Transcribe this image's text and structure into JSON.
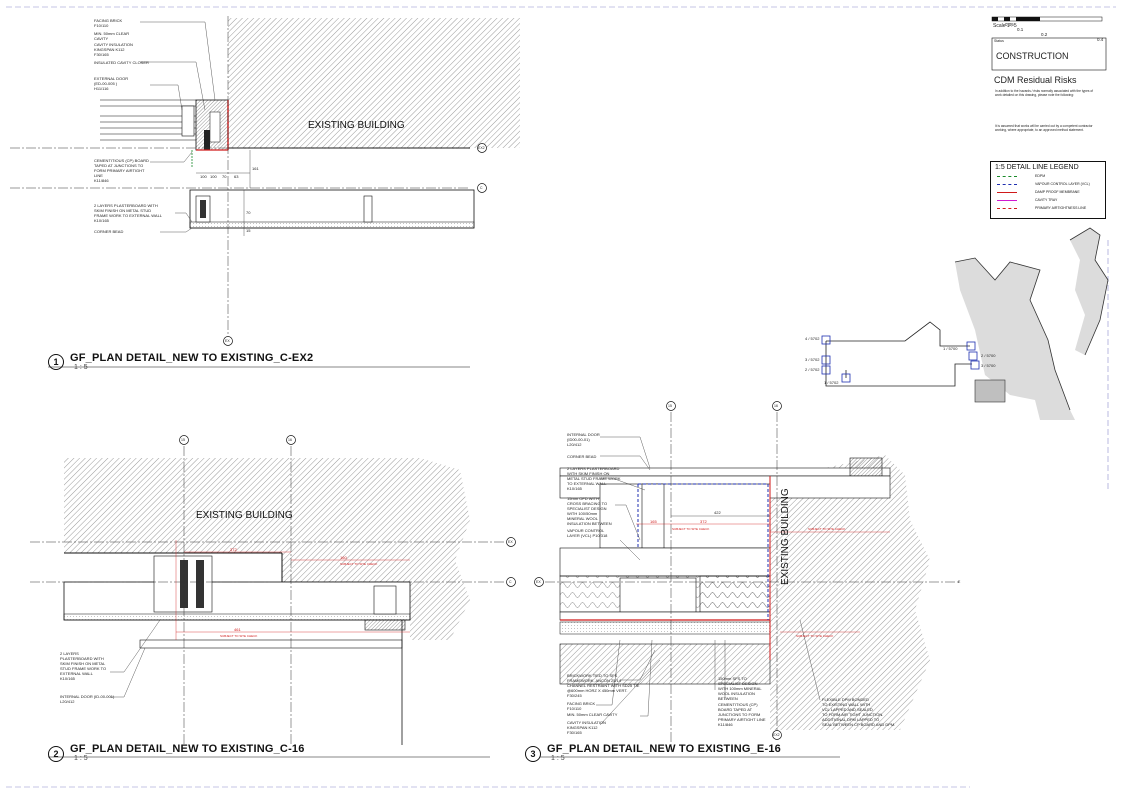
{
  "sheet": {
    "scale_bar": {
      "ticks": [
        "0",
        "0.05",
        "0.1",
        "0.2",
        "0.4"
      ],
      "scale_text": "Scale 1 : 5"
    },
    "status_label": "Status",
    "status": "CONSTRUCTION",
    "cdm_title": "CDM Residual Risks",
    "cdm_text_1": "In addition to the hazards / risks normally associated with the types of work detailed on this drawing, please note the following:",
    "cdm_text_2": "It is assumed that works will be carried out by a competent contractor working, where appropriate, to an approved method statement.",
    "legend": {
      "title": "1:5 DETAIL LINE LEGEND",
      "items": [
        {
          "label": "EDPM",
          "color": "#1a8a2a",
          "style": "dashed"
        },
        {
          "label": "VAPOUR CONTROL LAYER (VCL)",
          "color": "#1f2fb0",
          "style": "dashed"
        },
        {
          "label": "DAMP PROOF MEMBRANE",
          "color": "#d01a1a",
          "style": "solid"
        },
        {
          "label": "CAVITY TRAY",
          "color": "#d01ad0",
          "style": "solid"
        },
        {
          "label": "PRIMARY AIRTIGHTNESS LINE",
          "color": "#d01a1a",
          "style": "dashed"
        }
      ]
    }
  },
  "views": [
    {
      "number": "1",
      "title": "GF_PLAN DETAIL_NEW TO EXISTING_C-EX2",
      "scale": "1 : 5",
      "building": "EXISTING BUILDING",
      "labels": [
        "FACING BRICK\nF10/110",
        "MIN. 50mm CLEAR\nCAVITY",
        "CAVITY INSULATION\nKINGSPAN K112\nF30/165",
        "INSULATED CAVITY CLOSER",
        "EXTERNAL DOOR\n(ED-00-005 )\nH11/116",
        "CEMENTITIOUS (CP) BOARD\nTAPED AT JUNCTIONS TO\nFORM PRIMARY AIRTIGHT\nLINE\nK11/846",
        "2 LAYERS PLASTERBOARD WITH\nSKIM FINISH ON METAL STUD\nFRAME WORK TO EXTERNAL WALL\nK10/165",
        "CORNER BEAD"
      ],
      "dims": [
        "100",
        "100",
        "70",
        "63",
        "161",
        "70",
        "15"
      ],
      "grids": [
        "EX2",
        "C",
        "EX"
      ]
    },
    {
      "number": "2",
      "title": "GF_PLAN DETAIL_NEW TO EXISTING_C-16",
      "scale": "1 : 5",
      "building": "EXISTING BUILDING",
      "labels": [
        "2 LAYERS\nPLASTERBOARD WITH\nSKIM FINISH ON METAL\nSTUD FRAME WORK TO\nEXTERNAL WALL\nK10/165",
        "INTERNAL DOOR (ID-00-001)\nL20/412"
      ],
      "dims": [
        "372",
        "160",
        "461",
        "SUBJECT TO SITE CHECK",
        "SUBJECT TO SITE CHECK"
      ],
      "grids": [
        "15",
        "16",
        "EX",
        "C"
      ]
    },
    {
      "number": "3",
      "title": "GF_PLAN DETAIL_NEW TO EXISTING_E-16",
      "scale": "1 : 5",
      "building": "EXISTING BUILDING",
      "labels": [
        "INTERNAL DOOR\n(ID00-00-01)\nL20/412",
        "CORNER BEAD",
        "2 LAYERS PLASTERBOARD\nWITH SKIM FINISH ON\nMETAL STUD FRAME WORK\nTO EXTERNAL WALL\nK10/165",
        "15mm OFD WITH\nCROSS BRACING TO\nSPECIALIST DESIGN\nWITH 100/50mm\nMINERAL WOOL\nINSULATION BETWEEN",
        "VAPOUR CONTROL\nLAYER (VCL) P10/318",
        "BRICKWORK TIED TO SFS\nFRAMEWORK, ANCON 25/14\nCHANNEL RESTRAINT WITH SD25 TIE\n@600mm HORZ X 450mm VERT.\nF30/245",
        "FACING BRICK\nF10/110",
        "MIN. 50mm CLEAR CAVITY",
        "CAVITY INSULATION\nKINGSPAN K112\nF30/165",
        "150mm SFS TO\nSPECIALIST DESIGN\nWITH 100mm MINERAL\nWOOL INSULATION\nBETWEEN",
        "CEMENTITIOUS (CP)\nBOARD TAPED AT\nJUNCTIONS TO FORM\nPRIMARY AIRTIGHT LINE\nK11/846",
        "FLEXIBLE DPM BONDED\nTO EXISTING WALL WITH\nVCL LAPPED AND SEALED\nTO FORM AIR TIGHT JUNCTION.\nADDITIONAL DPM LAPPED TO\nSEAL BETWEEN CP BOARD AND DPM."
      ],
      "dims": [
        "422",
        "165",
        "372",
        "SUBJECT TO SITE CHECK",
        "SUBJECT TO SITE CHECK",
        "SUBJECT TO SITE CHECK"
      ],
      "grids": [
        "15",
        "16",
        "EX",
        "E",
        "EX2"
      ]
    }
  ],
  "key_plan": {
    "tags": [
      "4 / 5702",
      "3 / 5702",
      "2 / 5702",
      "1 / 5702",
      "1 / 5700",
      "2 / 5700",
      "3 / 5700"
    ]
  }
}
